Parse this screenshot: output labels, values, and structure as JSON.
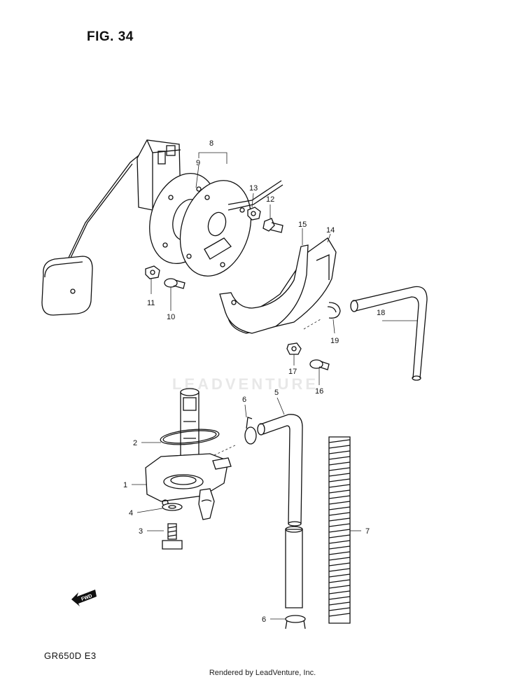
{
  "figure": {
    "title": "FIG. 34",
    "model_code": "GR650D  E3",
    "footer": "Rendered by LeadVenture, Inc.",
    "watermark": "LEADVENTURE",
    "fwd_label": "FWD"
  },
  "callouts": {
    "c1": "1",
    "c2": "2",
    "c3": "3",
    "c4": "4",
    "c5": "5",
    "c6a": "6",
    "c6b": "6",
    "c7": "7",
    "c8": "8",
    "c9": "9",
    "c10": "10",
    "c11": "11",
    "c12": "12",
    "c13": "13",
    "c14": "14",
    "c15": "15",
    "c16": "16",
    "c17": "17",
    "c18": "18",
    "c19": "19"
  }
}
